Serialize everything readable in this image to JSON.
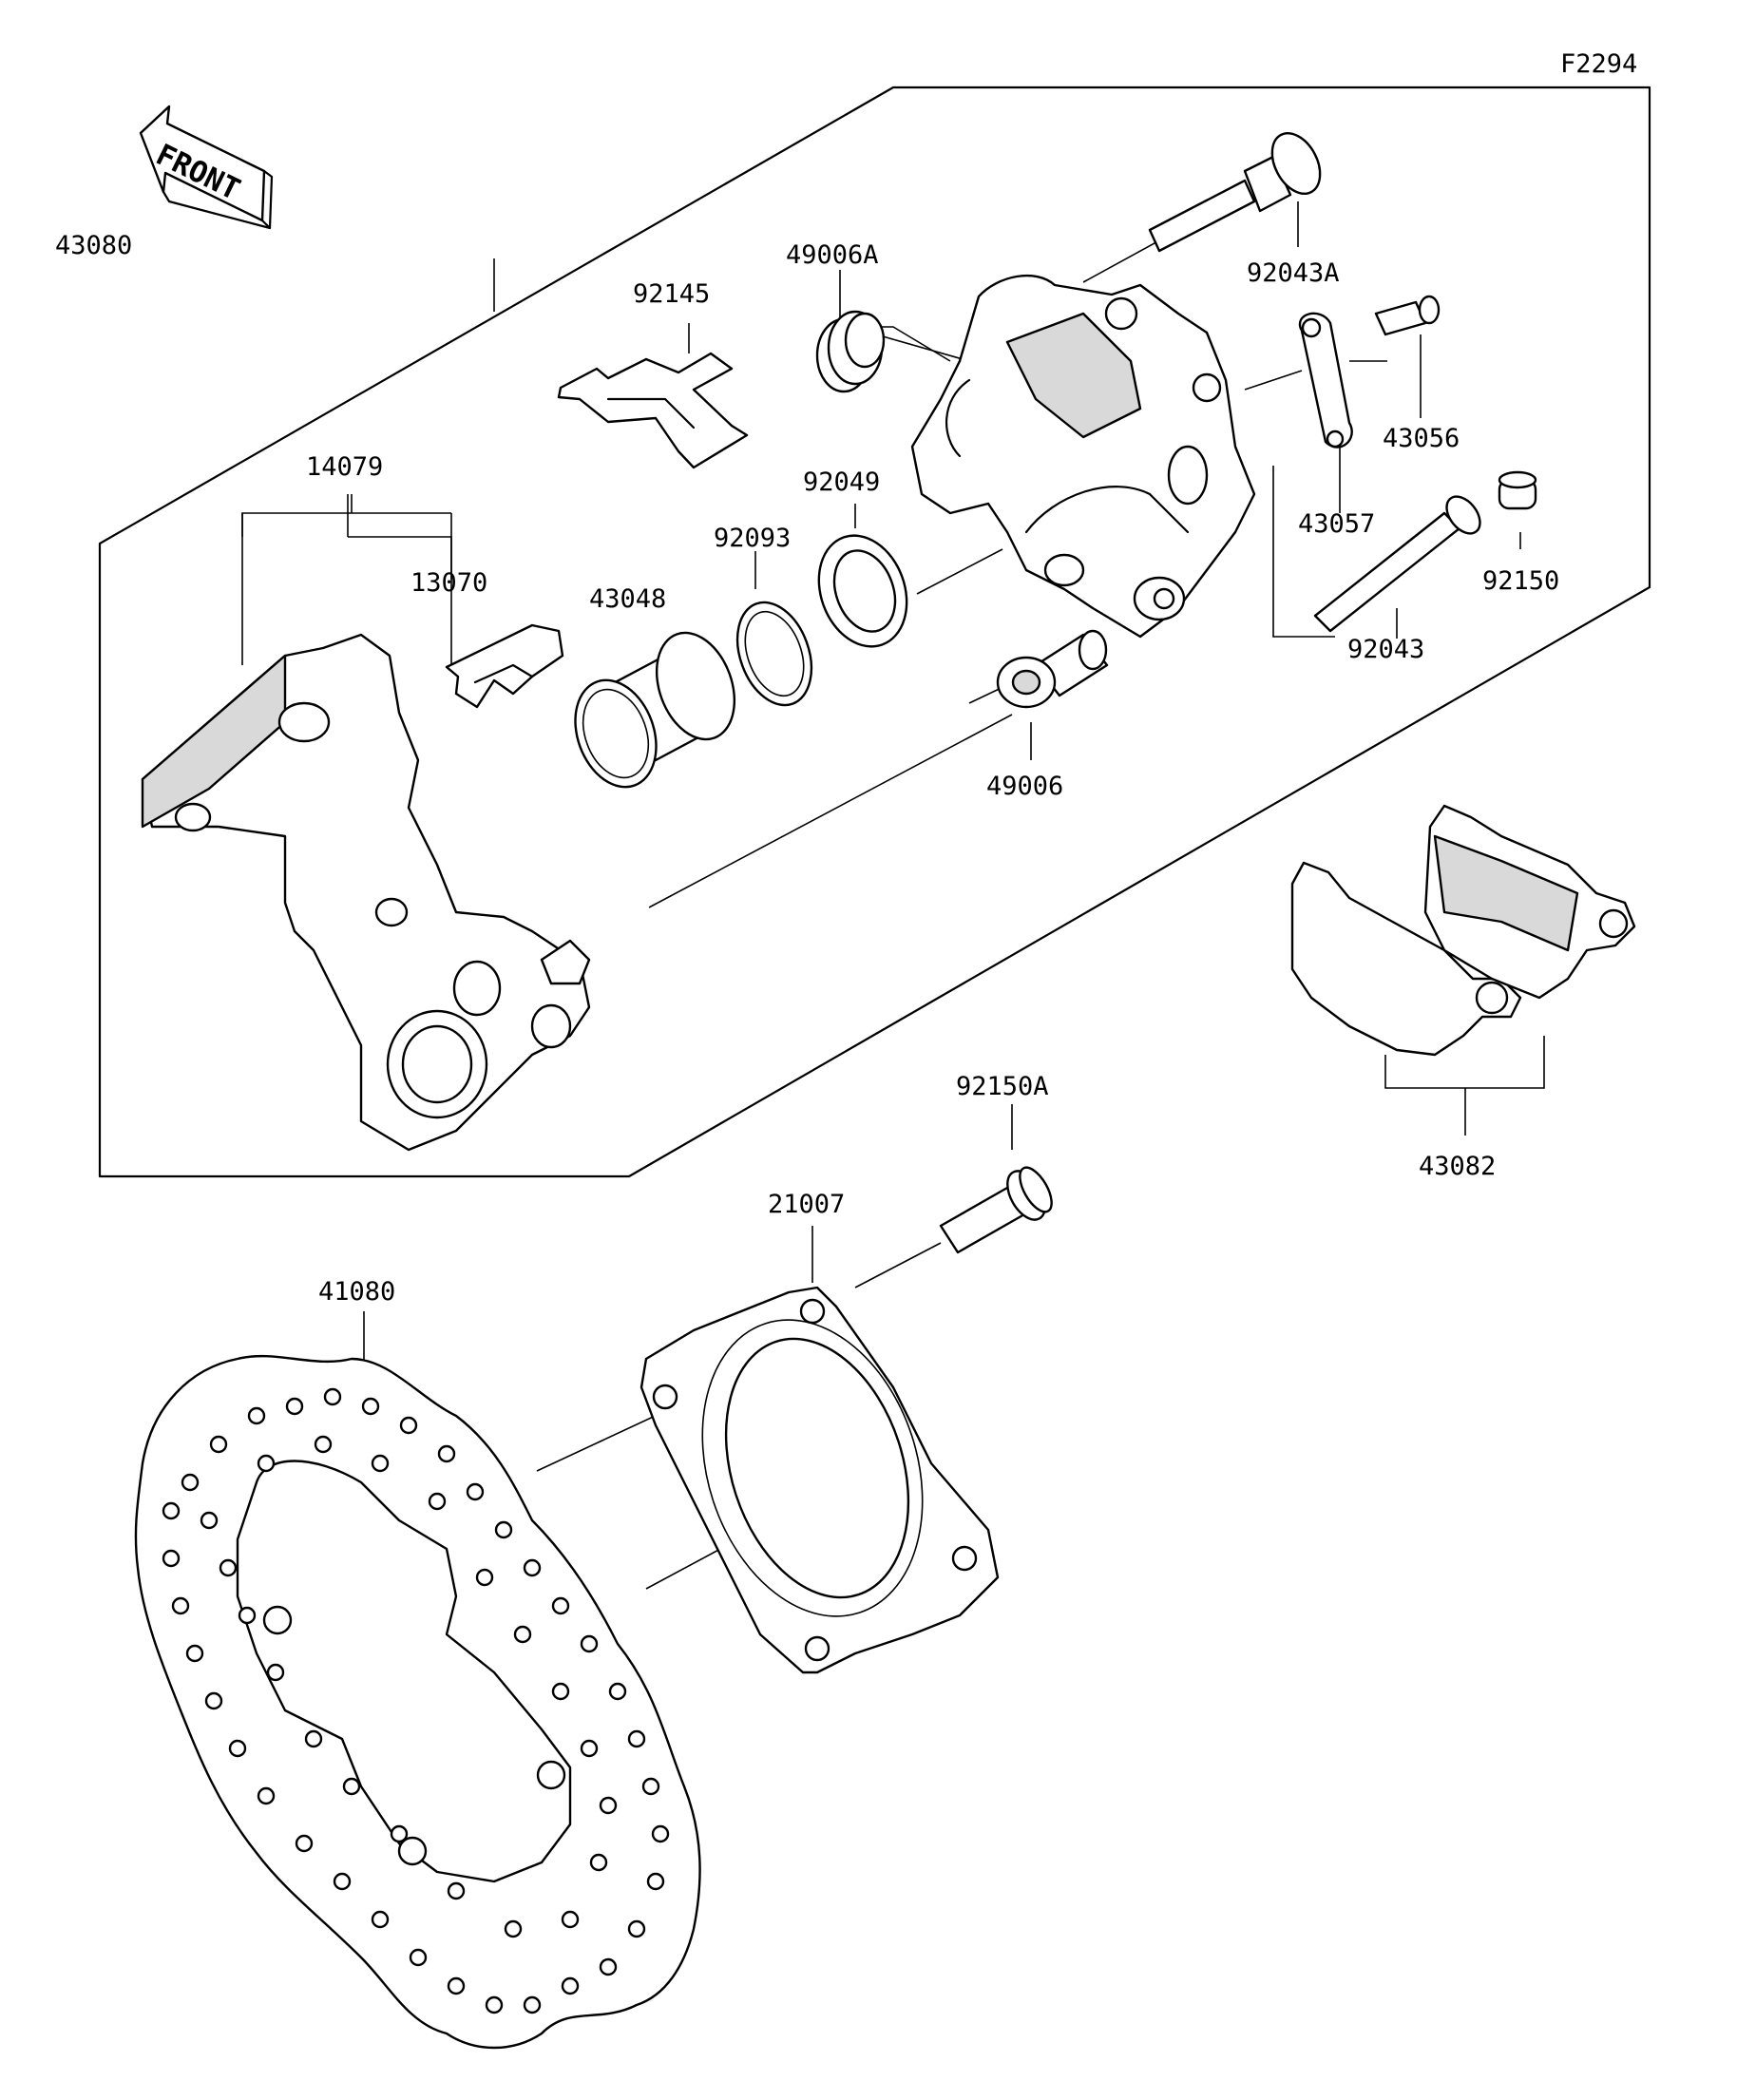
{
  "diagram": {
    "code": "F2294",
    "front_label": "FRONT",
    "parts": [
      {
        "id": "p43080",
        "num": "43080"
      },
      {
        "id": "p92145",
        "num": "92145"
      },
      {
        "id": "p49006A",
        "num": "49006A"
      },
      {
        "id": "p92043A",
        "num": "92043A"
      },
      {
        "id": "p43056",
        "num": "43056"
      },
      {
        "id": "p43057",
        "num": "43057"
      },
      {
        "id": "p92150",
        "num": "92150"
      },
      {
        "id": "p92043",
        "num": "92043"
      },
      {
        "id": "p14079",
        "num": "14079"
      },
      {
        "id": "p13070",
        "num": "13070"
      },
      {
        "id": "p43048",
        "num": "43048"
      },
      {
        "id": "p92093",
        "num": "92093"
      },
      {
        "id": "p92049",
        "num": "92049"
      },
      {
        "id": "p49006",
        "num": "49006"
      },
      {
        "id": "p43082",
        "num": "43082"
      },
      {
        "id": "p92150A",
        "num": "92150A"
      },
      {
        "id": "p21007",
        "num": "21007"
      },
      {
        "id": "p41080",
        "num": "41080"
      }
    ]
  }
}
